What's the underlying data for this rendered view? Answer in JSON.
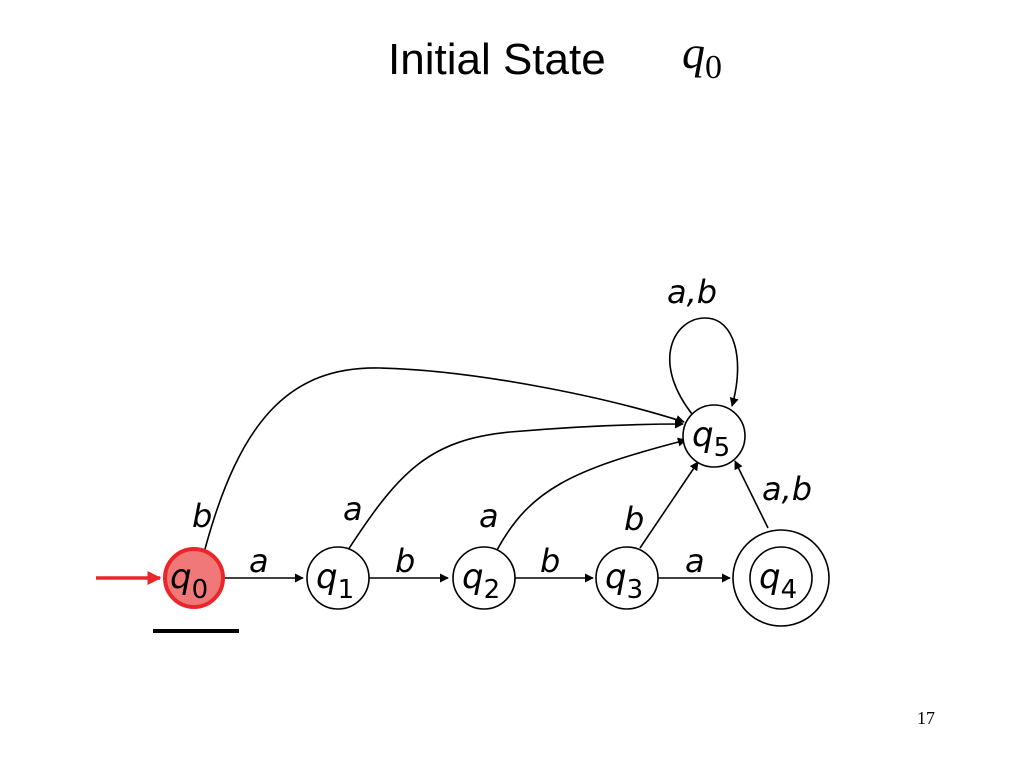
{
  "slide": {
    "title": "Initial State",
    "title_symbol": "q",
    "title_symbol_sub": "0",
    "page_number": "17"
  },
  "colors": {
    "highlight_fill": "#f07878",
    "highlight_stroke": "#e8262b",
    "start_arrow": "#e8262b",
    "ink": "#000000"
  },
  "states": [
    {
      "id": "q0",
      "base": "q",
      "sub": "0",
      "initial": true,
      "accepting": false,
      "highlighted": true
    },
    {
      "id": "q1",
      "base": "q",
      "sub": "1",
      "initial": false,
      "accepting": false,
      "highlighted": false
    },
    {
      "id": "q2",
      "base": "q",
      "sub": "2",
      "initial": false,
      "accepting": false,
      "highlighted": false
    },
    {
      "id": "q3",
      "base": "q",
      "sub": "3",
      "initial": false,
      "accepting": false,
      "highlighted": false
    },
    {
      "id": "q4",
      "base": "q",
      "sub": "4",
      "initial": false,
      "accepting": true,
      "highlighted": false
    },
    {
      "id": "q5",
      "base": "q",
      "sub": "5",
      "initial": false,
      "accepting": false,
      "highlighted": false
    }
  ],
  "transitions": [
    {
      "from": "q0",
      "to": "q1",
      "label": "a"
    },
    {
      "from": "q1",
      "to": "q2",
      "label": "b"
    },
    {
      "from": "q2",
      "to": "q3",
      "label": "b"
    },
    {
      "from": "q3",
      "to": "q4",
      "label": "a"
    },
    {
      "from": "q0",
      "to": "q5",
      "label": "b"
    },
    {
      "from": "q1",
      "to": "q5",
      "label": "a"
    },
    {
      "from": "q2",
      "to": "q5",
      "label": "a"
    },
    {
      "from": "q3",
      "to": "q5",
      "label": "b"
    },
    {
      "from": "q4",
      "to": "q5",
      "label": "a,b"
    },
    {
      "from": "q5",
      "to": "q5",
      "label": "a,b"
    }
  ]
}
